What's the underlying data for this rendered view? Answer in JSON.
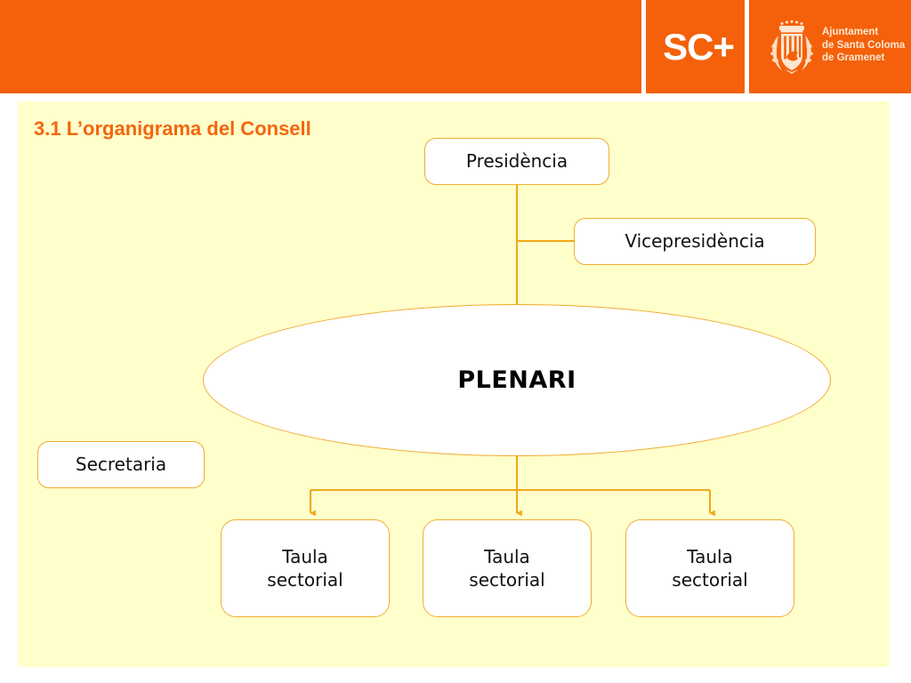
{
  "header": {
    "background_color": "#F4610A",
    "brand_mark": "SC+",
    "brand_mark_icon": "sc-plus-logo",
    "crest_icon": "santa-coloma-coat-of-arms-icon",
    "institution_name": "Ajuntament\nde Santa Coloma\nde Gramenet"
  },
  "slide": {
    "background_color": "#FFFFCC",
    "title": "3.1 L’organigrama del Consell",
    "title_color": "#F4660C"
  },
  "diagram_data": {
    "type": "org-chart",
    "connector_color": "#F0A818",
    "node_border_color": "#EFAE2E",
    "node_fill_color": "#FFFFFF",
    "nodes": [
      {
        "id": "presidencia",
        "label": "Presidència",
        "shape": "rounded-rect"
      },
      {
        "id": "vicepresidencia",
        "label": "Vicepresidència",
        "shape": "rounded-rect"
      },
      {
        "id": "plenari",
        "label": "PLENARI",
        "shape": "ellipse"
      },
      {
        "id": "secretaria",
        "label": "Secretaria",
        "shape": "rounded-rect"
      },
      {
        "id": "taula-1",
        "label": "Taula\nsectorial",
        "shape": "rounded-rect"
      },
      {
        "id": "taula-2",
        "label": "Taula\nsectorial",
        "shape": "rounded-rect"
      },
      {
        "id": "taula-3",
        "label": "Taula\nsectorial",
        "shape": "rounded-rect"
      }
    ],
    "edges": [
      {
        "from": "presidencia",
        "to": "vicepresidencia",
        "arrow": false
      },
      {
        "from": "presidencia",
        "to": "plenari",
        "arrow": false
      },
      {
        "from": "plenari",
        "to": "taula-1",
        "arrow": true
      },
      {
        "from": "plenari",
        "to": "taula-2",
        "arrow": true
      },
      {
        "from": "plenari",
        "to": "taula-3",
        "arrow": true
      }
    ]
  }
}
